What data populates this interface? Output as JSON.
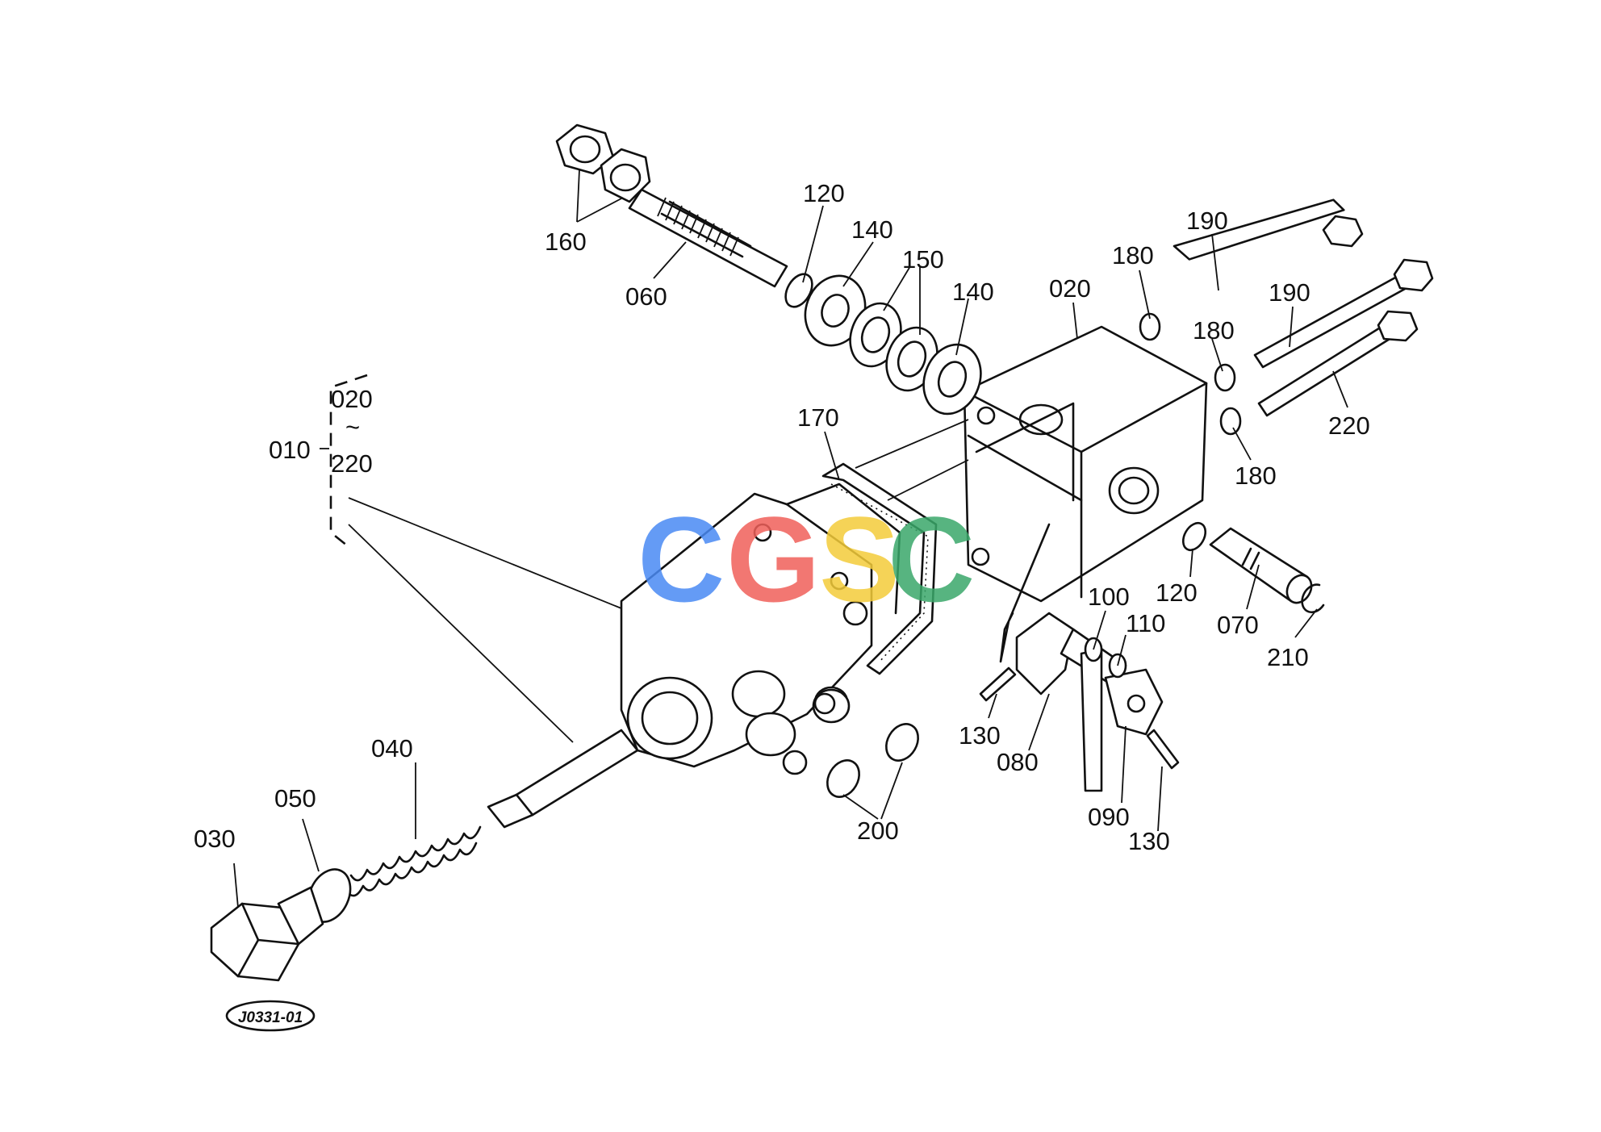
{
  "labels": {
    "p160": "160",
    "p060": "060",
    "p120a": "120",
    "p140a": "140",
    "p150": "150",
    "p140b": "140",
    "p020": "020",
    "p180a": "180",
    "p190a": "190",
    "p180b": "180",
    "p190b": "190",
    "p220": "220",
    "p180c": "180",
    "p170": "170",
    "p120b": "120",
    "p070": "070",
    "p210": "210",
    "p100": "100",
    "p110": "110",
    "p130a": "130",
    "p080": "080",
    "p090": "090",
    "p130b": "130",
    "p200": "200",
    "p040": "040",
    "p050": "050",
    "p030": "030"
  },
  "assembly": {
    "main": "010",
    "range_start": "020",
    "range_end": "220"
  },
  "drawing_code": "J0331-01",
  "watermark": {
    "letters": [
      "C",
      "G",
      "S",
      "C"
    ],
    "colors": [
      "#4a8af4",
      "#f0605a",
      "#f4cc3a",
      "#3aa86a"
    ]
  }
}
